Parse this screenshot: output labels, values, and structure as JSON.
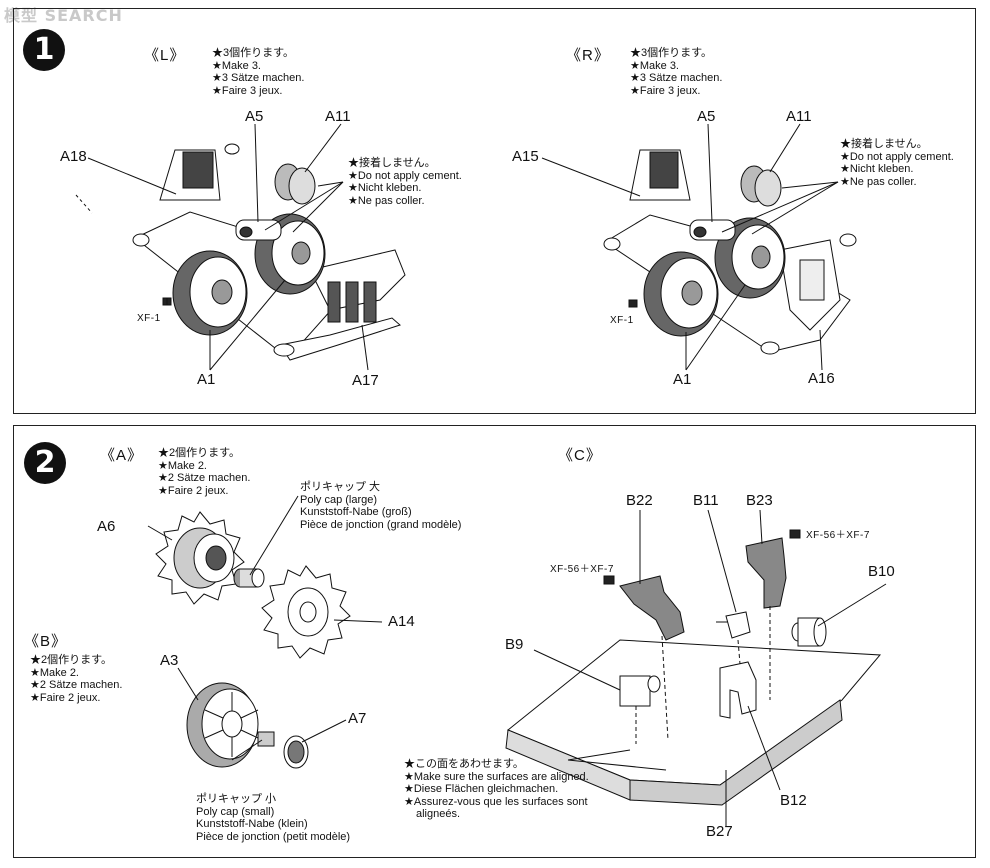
{
  "watermark": "模型 SEARCH",
  "step1": {
    "number": "1",
    "left": {
      "title": "《L》",
      "make": [
        "★3個作ります。",
        "★Make 3.",
        "★3 Sätze machen.",
        "★Faire 3 jeux."
      ],
      "nocement": [
        "★接着しません。",
        "★Do not apply cement.",
        "★Nicht kleben.",
        "★Ne pas coller."
      ],
      "labels": {
        "a5": "A5",
        "a11": "A11",
        "a18": "A18",
        "a1": "A1",
        "a17": "A17"
      },
      "paint": "XF-1"
    },
    "right": {
      "title": "《R》",
      "make": [
        "★3個作ります。",
        "★Make 3.",
        "★3 Sätze machen.",
        "★Faire 3 jeux."
      ],
      "nocement": [
        "★接着しません。",
        "★Do not apply cement.",
        "★Nicht kleben.",
        "★Ne pas coller."
      ],
      "labels": {
        "a5": "A5",
        "a11": "A11",
        "a15": "A15",
        "a1": "A1",
        "a16": "A16"
      },
      "paint": "XF-1"
    }
  },
  "step2": {
    "number": "2",
    "a": {
      "title": "《A》",
      "make": [
        "★2個作ります。",
        "★Make 2.",
        "★2 Sätze machen.",
        "★Faire 2 jeux."
      ],
      "polycap_large": [
        "ポリキャップ 大",
        "Poly cap (large)",
        "Kunststoff-Nabe (groß)",
        "Pièce de jonction (grand modèle)"
      ],
      "labels": {
        "a6": "A6",
        "a14": "A14"
      }
    },
    "b": {
      "title": "《B》",
      "make": [
        "★2個作ります。",
        "★Make 2.",
        "★2 Sätze machen.",
        "★Faire 2 jeux."
      ],
      "polycap_small": [
        "ポリキャップ 小",
        "Poly cap (small)",
        "Kunststoff-Nabe (klein)",
        "Pièce de jonction (petit modèle)"
      ],
      "labels": {
        "a3": "A3",
        "a7": "A7"
      }
    },
    "c": {
      "title": "《C》",
      "labels": {
        "b22": "B22",
        "b11": "B11",
        "b23": "B23",
        "b10": "B10",
        "b9": "B9",
        "b12": "B12",
        "b27": "B27"
      },
      "paint1": "XF-56＋XF-7",
      "paint2": "XF-56＋XF-7",
      "align": [
        "★この面をあわせます。",
        "★Make sure the surfaces are aligned.",
        "★Diese Flächen gleichmachen.",
        "★Assurez-vous que les surfaces sont",
        "aligneés."
      ]
    }
  },
  "colors": {
    "ink": "#111111",
    "paper": "#ffffff",
    "tone": "#8a8a8a",
    "light": "#cfcfcf"
  }
}
